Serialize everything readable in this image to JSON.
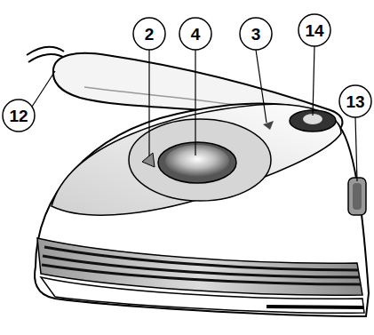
{
  "diagram": {
    "labels": [
      "2",
      "4",
      "3",
      "14",
      "12",
      "13"
    ]
  }
}
